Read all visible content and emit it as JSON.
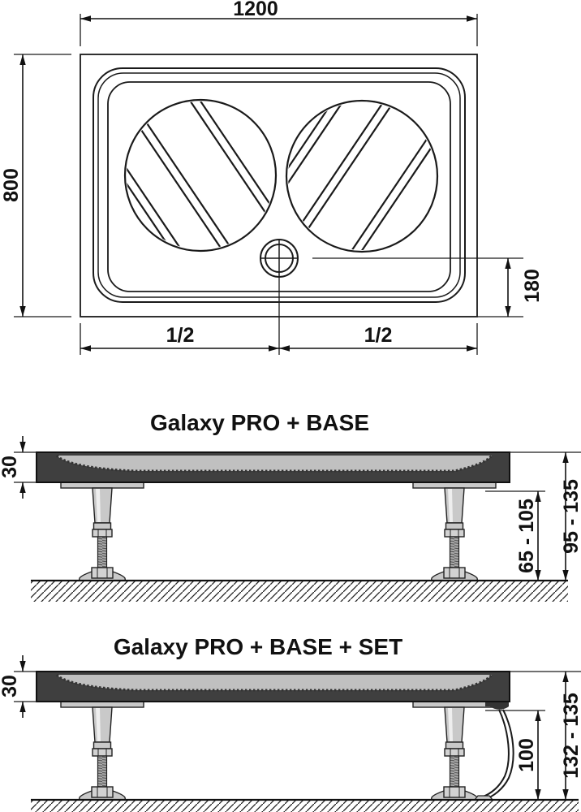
{
  "colors": {
    "tray_shell": "#3f3f3f",
    "tray_basin": "#c0c0c0",
    "metal": "#c9c9c9",
    "line": "#1a1a1a"
  },
  "plan_view": {
    "width_label": "1200",
    "height_label": "800",
    "drain_offset_label": "180",
    "left_half_label": "1/2",
    "right_half_label": "1/2"
  },
  "base_view": {
    "title": "Galaxy PRO + BASE",
    "tray_height_label": "30",
    "adjust_height_label": "65 - 105",
    "total_height_label": "95 - 135"
  },
  "set_view": {
    "title": "Galaxy PRO + BASE + SET",
    "tray_height_label": "30",
    "adjust_height_label": "100",
    "total_height_label": "132 - 135"
  }
}
